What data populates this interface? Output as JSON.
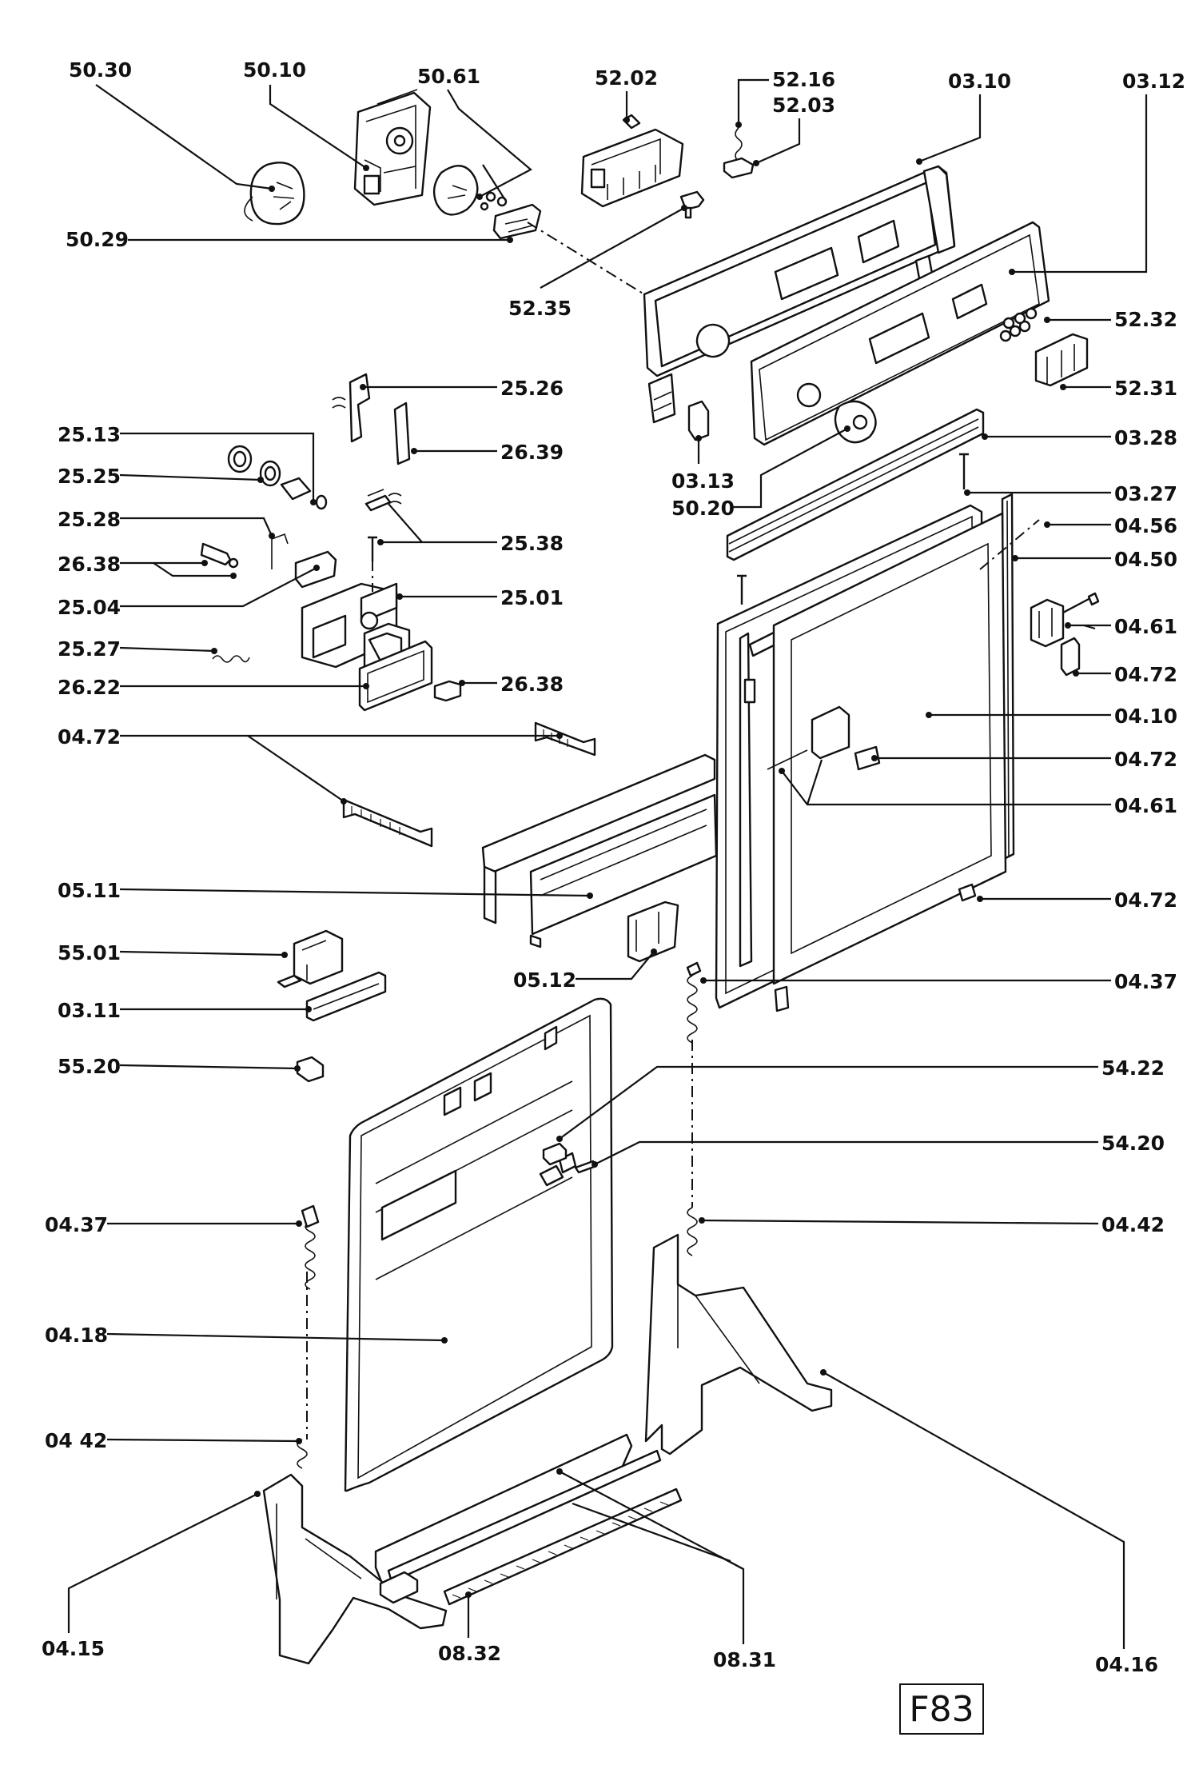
{
  "callouts": [
    {
      "label": "50.30"
    },
    {
      "label": "50.10"
    },
    {
      "label": "50.61"
    },
    {
      "label": "52.02"
    },
    {
      "label": "52.16"
    },
    {
      "label": "52.03"
    },
    {
      "label": "03.10"
    },
    {
      "label": "03.12"
    },
    {
      "label": "50.29"
    },
    {
      "label": "52.35"
    },
    {
      "label": "52.32"
    },
    {
      "label": "52.31"
    },
    {
      "label": "25.26"
    },
    {
      "label": "26.39"
    },
    {
      "label": "25.13"
    },
    {
      "label": "25.25"
    },
    {
      "label": "03.13"
    },
    {
      "label": "50.20"
    },
    {
      "label": "03.28"
    },
    {
      "label": "03.27"
    },
    {
      "label": "25.28"
    },
    {
      "label": "25.38"
    },
    {
      "label": "04.56"
    },
    {
      "label": "26.38"
    },
    {
      "label": "04.50"
    },
    {
      "label": "25.04"
    },
    {
      "label": "25.01"
    },
    {
      "label": "04.61"
    },
    {
      "label": "25.27"
    },
    {
      "label": "04.72"
    },
    {
      "label": "26.22"
    },
    {
      "label": "26.38"
    },
    {
      "label": "04.72"
    },
    {
      "label": "04.10"
    },
    {
      "label": "04.72"
    },
    {
      "label": "04.61"
    },
    {
      "label": "05.11"
    },
    {
      "label": "04.72"
    },
    {
      "label": "55.01"
    },
    {
      "label": "05.12"
    },
    {
      "label": "04.37"
    },
    {
      "label": "03.11"
    },
    {
      "label": "55.20"
    },
    {
      "label": "54.22"
    },
    {
      "label": "54.20"
    },
    {
      "label": "04.37"
    },
    {
      "label": "04.42"
    },
    {
      "label": "04.18"
    },
    {
      "label": "04 42"
    },
    {
      "label": "04.15"
    },
    {
      "label": "08.32"
    },
    {
      "label": "08.31"
    },
    {
      "label": "04.16"
    }
  ],
  "figure_code": "F83"
}
